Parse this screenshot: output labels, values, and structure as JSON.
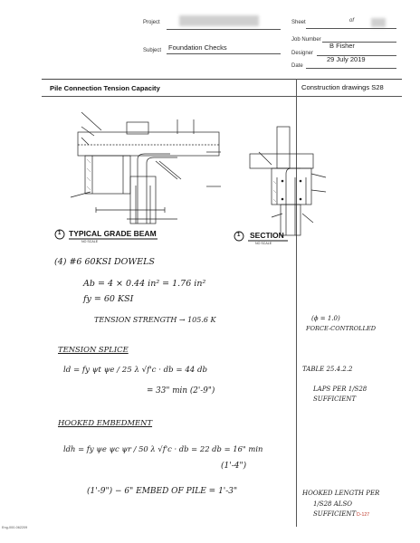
{
  "header": {
    "project_label": "Project",
    "subject_label": "Subject",
    "subject_value": "Foundation Checks",
    "sheet_label": "Sheet",
    "sheet_suffix": "of",
    "job_number_label": "Job Number",
    "designer_label": "Designer",
    "designer_value": "B Fisher",
    "date_label": "Date",
    "date_value": "29 July 2019"
  },
  "section": {
    "title": "Pile Connection Tension Capacity",
    "reference": "Construction drawings S28"
  },
  "drawing": {
    "left_title": "TYPICAL GRADE BEAM",
    "left_scale": "NO SCALE",
    "left_marker": "1",
    "right_title": "SECTION",
    "right_scale": "NO SCALE",
    "right_marker": "1"
  },
  "calc": {
    "line1": "(4) #6   60KSI DOWELS",
    "line2": "Ab = 4 × 0.44 in² = 1.76 in²",
    "line3": "fy = 60 KSI",
    "line4": "TENSION STRENGTH  →  105.6 K",
    "phi_note": "(ϕ = 1.0)",
    "phi_note2": "FORCE-CONTROLLED",
    "splice_heading": "TENSION SPLICE",
    "splice_eq1": "ld = fy ψt ψe / 25 λ √f'c · db = 44 db",
    "splice_eq2": "= 33\" min  (2'-9\")",
    "table_ref": "TABLE 25.4.2.2",
    "laps_note1": "LAPS PER 1/S28",
    "laps_note2": "SUFFICIENT",
    "hook_heading": "HOOKED EMBEDMENT",
    "hook_eq1": "ldh = fy ψe ψc ψr / 50 λ √f'c · db = 22 db = 16\" min",
    "hook_eq2": "(1'-4\")",
    "hook_eq3": "(1'-9\") − 6\" EMBED OF PILE = 1'-3\"",
    "hook_note1": "HOOKED LENGTH PER",
    "hook_note2": "1/S28  ALSO",
    "hook_note3": "SUFFICIENT",
    "page_code": "D-127"
  },
  "footer": {
    "form_code": "Eng-000-062209"
  }
}
